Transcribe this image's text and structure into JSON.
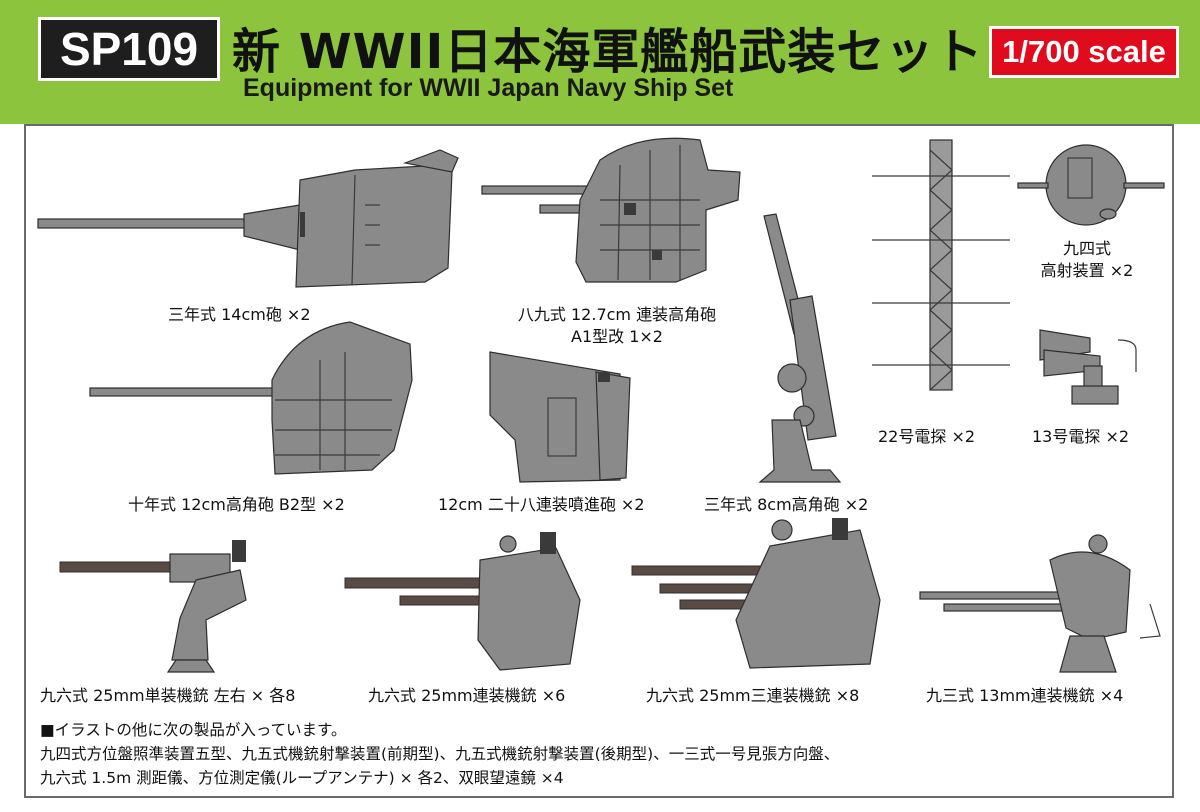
{
  "header": {
    "code": "SP109",
    "title_jp": "新 WWII日本海軍艦船武装セット",
    "title_en": "Equipment for WWII Japan Navy Ship Set",
    "scale": "1/700 scale",
    "colors": {
      "band": "#8cc43e",
      "code_bg": "#1e1e1e",
      "scale_bg": "#e10b1e"
    }
  },
  "items": [
    {
      "id": "gun-14cm",
      "caption": "三年式 14cm砲 ×2"
    },
    {
      "id": "gun-127-a1",
      "caption_line1": "八九式 12.7cm 連装高角砲",
      "caption_line2": "A1型改 1×2"
    },
    {
      "id": "radar-22",
      "caption": "22号電探 ×2"
    },
    {
      "id": "director-94",
      "caption_line1": "九四式",
      "caption_line2": "高射装置 ×2"
    },
    {
      "id": "radar-13",
      "caption": "13号電探 ×2"
    },
    {
      "id": "gun-12cm-b2",
      "caption": "十年式 12cm高角砲 B2型 ×2"
    },
    {
      "id": "rocket-12cm",
      "caption": "12cm 二十八連装噴進砲 ×2"
    },
    {
      "id": "aa-8cm",
      "caption": "三年式 8cm高角砲 ×2"
    },
    {
      "id": "mg-25-single",
      "caption": "九六式 25mm単装機銃 左右 × 各8"
    },
    {
      "id": "mg-25-twin",
      "caption": "九六式 25mm連装機銃 ×6"
    },
    {
      "id": "mg-25-triple",
      "caption": "九六式 25mm三連装機銃 ×8"
    },
    {
      "id": "mg-13-twin",
      "caption": "九三式 13mm連装機銃 ×4"
    }
  ],
  "notes": {
    "line1": "■イラストの他に次の製品が入っています。",
    "line2": "九四式方位盤照準装置五型、九五式機銃射撃装置(前期型)、九五式機銃射撃装置(後期型)、一三式一号見張方向盤、",
    "line3": "九六式 1.5m 測距儀、方位測定儀(ループアンテナ) × 各2、双眼望遠鏡 ×4"
  }
}
